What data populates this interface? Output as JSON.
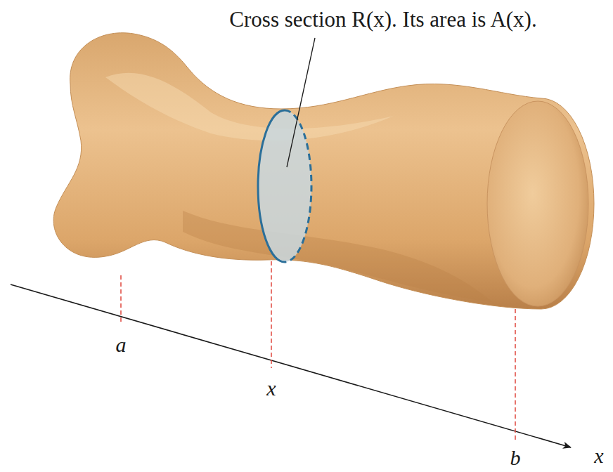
{
  "diagram": {
    "labels": [
      "Cross section R(x). Its area is A(x).",
      "a",
      "x",
      "b",
      "x"
    ]
  }
}
